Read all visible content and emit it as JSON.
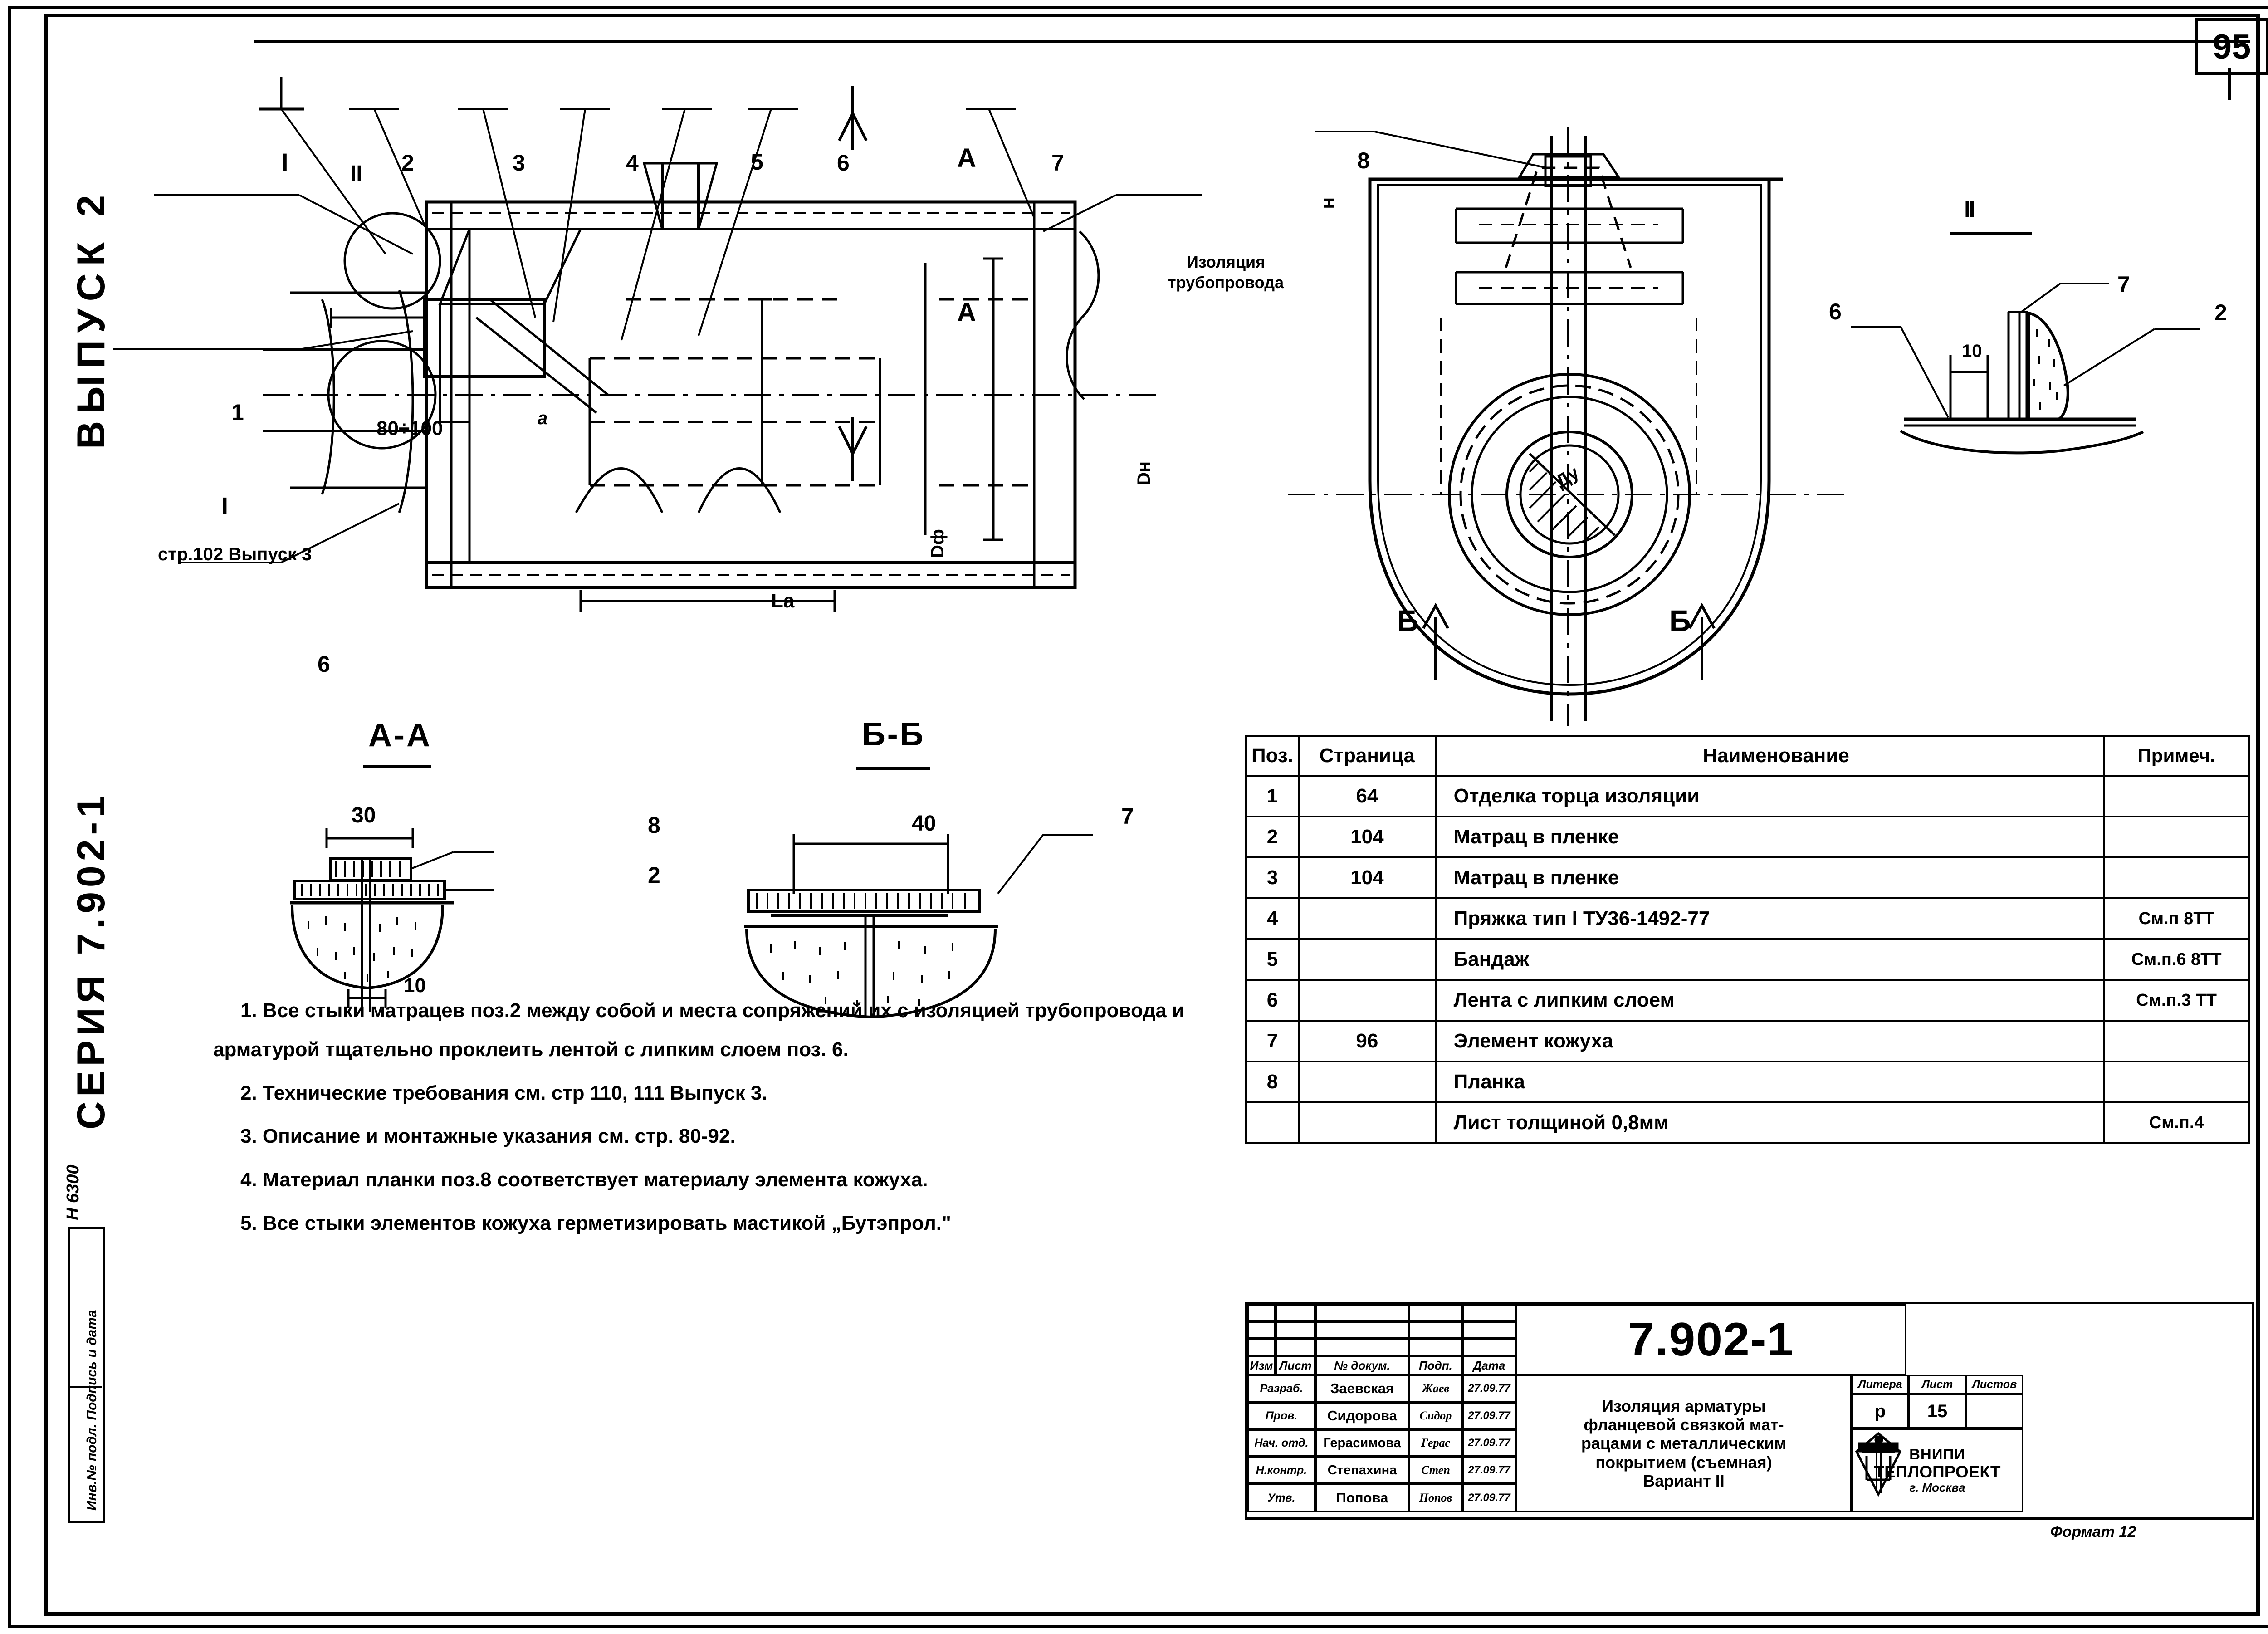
{
  "page": {
    "number": "95",
    "format": "Формат 12",
    "series_label": "СЕРИЯ 7.902-1",
    "issue_label": "ВЫПУСК 2",
    "stock_code": "Н 6300",
    "inv_label": "Инв.№ подл. Подпись и дата"
  },
  "drawing": {
    "main_view": {
      "callouts": [
        "I",
        "2",
        "3",
        "4",
        "5",
        "6",
        "7"
      ],
      "section_marks": [
        "А",
        "А"
      ],
      "left_callouts": [
        "1",
        "I",
        "6"
      ],
      "pipe_insulation_label": "Изоляция\nтрубопровода",
      "ref_note": "стр.102 Выпуск 3",
      "dim_gap": "80÷100",
      "dim_a": "a",
      "dim_la": "Lа",
      "dim_df": "Dф",
      "dim_dn": "Dн",
      "detail_circle_labels": [
        "II",
        "I"
      ]
    },
    "front_view": {
      "callout": "8",
      "dn_label": "Ду",
      "section_left": "Б",
      "section_right": "Б",
      "arrow_left": "Б",
      "arrow_right": "Б",
      "vert_label": "Н"
    },
    "detail_II": {
      "title": "II",
      "callouts": [
        "6",
        "7",
        "2"
      ],
      "dim": "10"
    },
    "section_AA": {
      "title": "А-А",
      "dims": [
        "30",
        "10"
      ],
      "callouts": [
        "8",
        "2"
      ]
    },
    "section_BB": {
      "title": "Б-Б",
      "dims": [
        "40"
      ],
      "callouts": [
        "7"
      ]
    }
  },
  "notes": [
    "1. Все стыки матрацев поз.2 между собой и места сопряжений их с изоляцией трубопровода и арматурой тщательно проклеить лентой с липким слоем поз. 6.",
    "2. Технические требования см. стр 110, 111 Выпуск 3.",
    "3. Описание и монтажные указания см. стр. 80-92.",
    "4. Материал планки поз.8 соответствует материалу элемента кожуха.",
    "5. Все стыки элементов кожуха герметизировать мастикой „Бутэпрол.\""
  ],
  "spec_table": {
    "headers": [
      "Поз.",
      "Страница",
      "Наименование",
      "Примеч."
    ],
    "rows": [
      {
        "pos": "1",
        "page": "64",
        "name": "Отделка торца изоляции",
        "note": ""
      },
      {
        "pos": "2",
        "page": "104",
        "name": "Матрац в пленке",
        "note": ""
      },
      {
        "pos": "3",
        "page": "104",
        "name": "Матрац в пленке",
        "note": ""
      },
      {
        "pos": "4",
        "page": "",
        "name": "Пряжка тип I ТУ36-1492-77",
        "note": "См.п 8ТТ"
      },
      {
        "pos": "5",
        "page": "",
        "name": "Бандаж",
        "note": "См.п.6 8ТТ"
      },
      {
        "pos": "6",
        "page": "",
        "name": "Лента с липким слоем",
        "note": "См.п.3 ТТ"
      },
      {
        "pos": "7",
        "page": "96",
        "name": "Элемент кожуха",
        "note": ""
      },
      {
        "pos": "8",
        "page": "",
        "name": "Планка",
        "note": ""
      },
      {
        "pos": "",
        "page": "",
        "name": "Лист толщиной 0,8мм",
        "note": "См.п.4"
      }
    ]
  },
  "title_block": {
    "rev_headers": [
      "Изм",
      "Лист",
      "№ докум.",
      "Подп.",
      "Дата"
    ],
    "roles": [
      {
        "role": "Разраб.",
        "name": "Заевская",
        "sign": "Жаев",
        "date": "27.09.77"
      },
      {
        "role": "Пров.",
        "name": "Сидорова",
        "sign": "Сидор",
        "date": "27.09.77"
      },
      {
        "role": "Нач. отд.",
        "name": "Герасимова",
        "sign": "Герас",
        "date": "27.09.77"
      },
      {
        "role": "Н.контр.",
        "name": "Степахина",
        "sign": "Степ",
        "date": "27.09.77"
      },
      {
        "role": "Утв.",
        "name": "Попова",
        "sign": "Попов",
        "date": "27.09.77"
      }
    ],
    "code": "7.902-1",
    "title": "Изоляция арматуры фланцевой связкой матрацами с металлическим покрытием (съемная) Вариант II",
    "title_lines": [
      "Изоляция арматуры",
      "фланцевой связкой мат-",
      "рацами с металлическим",
      "покрытием (съемная)",
      "Вариант II"
    ],
    "litera_header": "Литера",
    "list_header": "Лист",
    "listov_header": "Листов",
    "litera": "р",
    "list": "15",
    "listov": "",
    "org_line1": "ВНИПИ",
    "org_line2": "ТЕПЛОПРОЕКТ",
    "org_line3": "г. Москва"
  }
}
